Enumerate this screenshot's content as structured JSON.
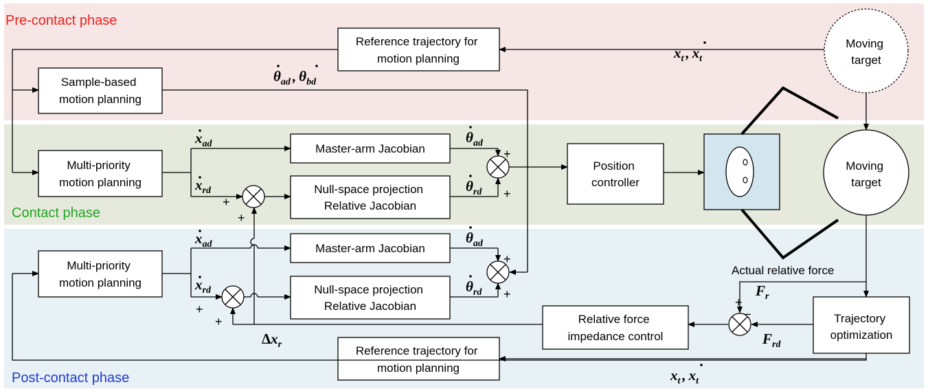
{
  "phases": {
    "pre": "Pre-contact phase",
    "contact": "Contact phase",
    "post": "Post-contact phase"
  },
  "colors": {
    "pre_bg": "#f6e6e6",
    "contact_bg": "#e5eadc",
    "post_bg": "#e8f1f5",
    "pre_label": "#e8231d",
    "contact_label": "#23a323",
    "post_label": "#1f3bd6",
    "robot_body": "#d3e6ef"
  },
  "blocks": {
    "ref_traj_top": [
      "Reference trajectory for",
      "motion planning"
    ],
    "sample_planning": [
      "Sample-based",
      "motion planning"
    ],
    "moving_target_top": [
      "Moving",
      "target"
    ],
    "mp_contact": [
      "Multi-priority",
      "motion planning"
    ],
    "master_jac_contact": [
      "Master-arm Jacobian"
    ],
    "null_contact": [
      "Null-space projection",
      "Relative Jacobian"
    ],
    "position_controller": [
      "Position",
      "controller"
    ],
    "moving_target_mid": [
      "Moving",
      "target"
    ],
    "mp_post": [
      "Multi-priority",
      "motion planning"
    ],
    "master_jac_post": [
      "Master-arm Jacobian"
    ],
    "null_post": [
      "Null-space projection",
      "Relative Jacobian"
    ],
    "force_impedance": [
      "Relative force",
      "impedance control"
    ],
    "traj_opt": [
      "Trajectory",
      "optimization"
    ],
    "ref_traj_bottom": [
      "Reference trajectory for",
      "motion planning"
    ]
  },
  "labels": {
    "actual_force": "Actual relative force",
    "plus": "+",
    "minus": "–",
    "x": "x",
    "theta": "θ",
    "F": "F",
    "delta": "Δ",
    "sub_t": "t",
    "sub_ad": "ad",
    "sub_bd": "bd",
    "sub_rd": "rd",
    "sub_r": "r",
    "comma": ","
  }
}
